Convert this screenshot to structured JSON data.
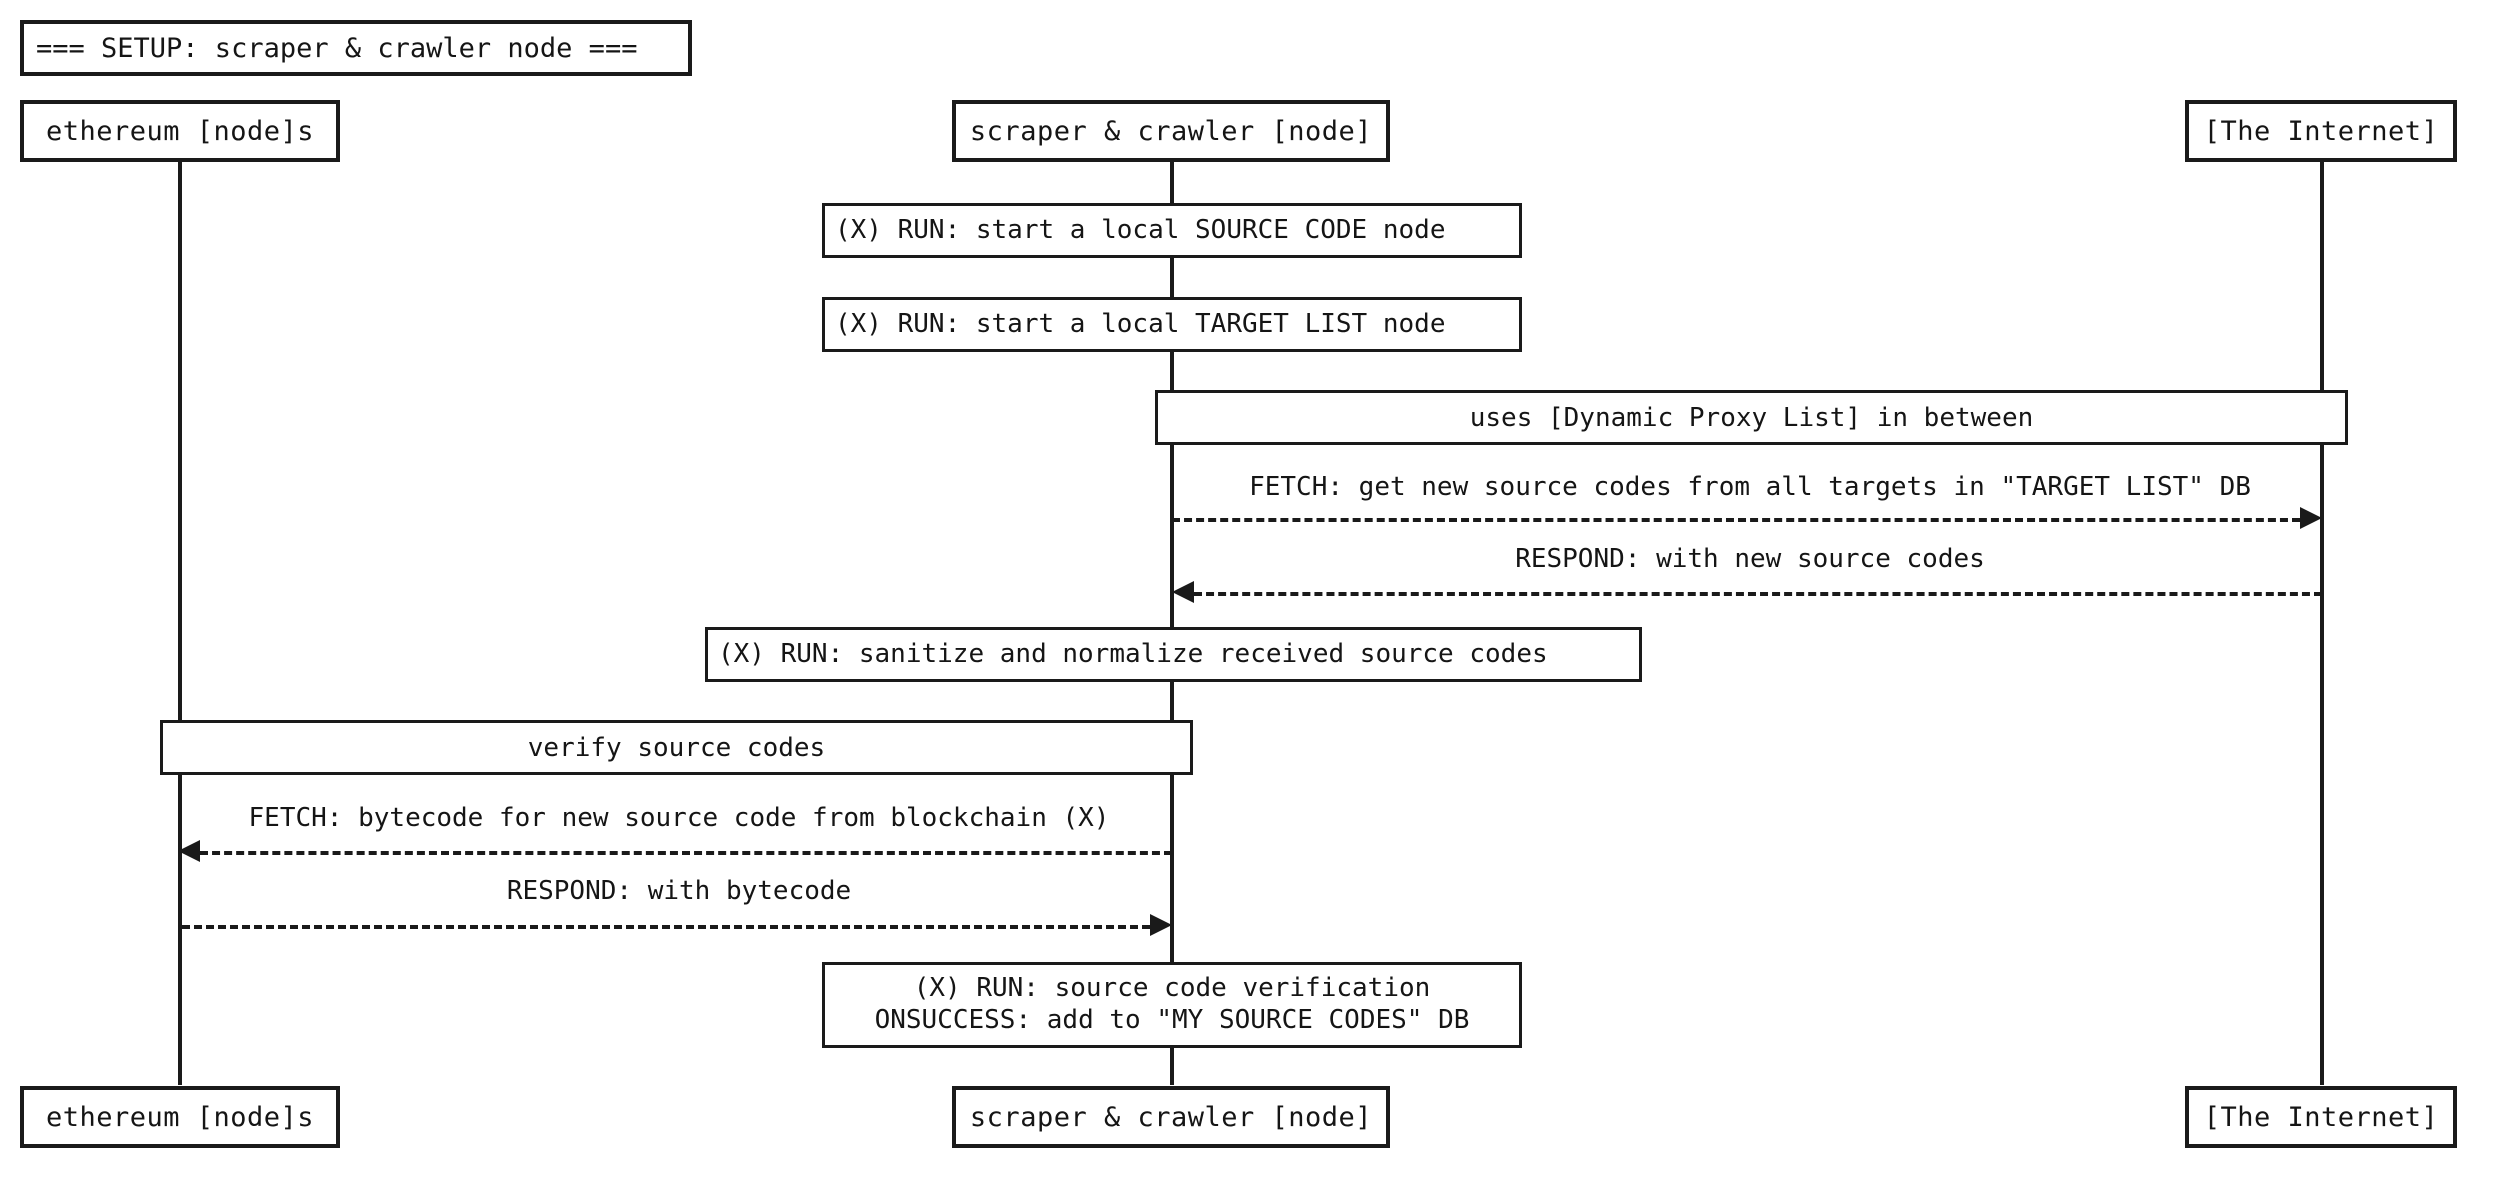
{
  "diagram": {
    "title": "scraper & crawler node sequence",
    "type": "uml-sequence-diagram",
    "background": "#ffffff",
    "line_color": "#1a1a1a",
    "text_color": "#151515"
  },
  "divider": {
    "label": "=== SETUP: scraper & crawler node ==="
  },
  "participants": [
    {
      "id": "ethereum",
      "label": "ethereum [node]s"
    },
    {
      "id": "scraper",
      "label": "scraper & crawler [node]"
    },
    {
      "id": "internet",
      "label": "[The Internet]"
    }
  ],
  "participants_bottom": [
    {
      "id": "ethereum",
      "label": "ethereum [node]s"
    },
    {
      "id": "scraper",
      "label": "scraper & crawler [node]"
    },
    {
      "id": "internet",
      "label": "[The Internet]"
    }
  ],
  "actions": [
    {
      "id": "run-source-code-node",
      "label": "(X) RUN: start a local SOURCE CODE node"
    },
    {
      "id": "run-target-list-node",
      "label": "(X) RUN: start a local TARGET LIST node"
    },
    {
      "id": "run-sanitize-normalize",
      "label": "(X) RUN: sanitize and normalize received source codes"
    },
    {
      "id": "run-source-code-verification-line1",
      "label": "(X) RUN: source code verification"
    },
    {
      "id": "run-source-code-verification-line2",
      "label": "ONSUCCESS: add to \"MY SOURCE CODES\" DB"
    }
  ],
  "notes": [
    {
      "id": "dynamic-proxy-list",
      "label": "uses [Dynamic Proxy List] in between"
    },
    {
      "id": "verify-source-codes",
      "label": "verify source codes"
    }
  ],
  "messages": [
    {
      "id": "fetch-new-source-codes",
      "label": "FETCH: get new source codes from all targets in \"TARGET LIST\" DB",
      "from": "scraper",
      "to": "internet",
      "direction": "right",
      "style": "dashed"
    },
    {
      "id": "respond-new-source-codes",
      "label": "RESPOND: with new source codes",
      "from": "internet",
      "to": "scraper",
      "direction": "left",
      "style": "dashed"
    },
    {
      "id": "fetch-bytecode",
      "label": "FETCH: bytecode for new source code from blockchain (X)",
      "from": "scraper",
      "to": "ethereum",
      "direction": "left",
      "style": "dashed"
    },
    {
      "id": "respond-bytecode",
      "label": "RESPOND: with bytecode",
      "from": "ethereum",
      "to": "scraper",
      "direction": "right",
      "style": "dashed"
    }
  ]
}
